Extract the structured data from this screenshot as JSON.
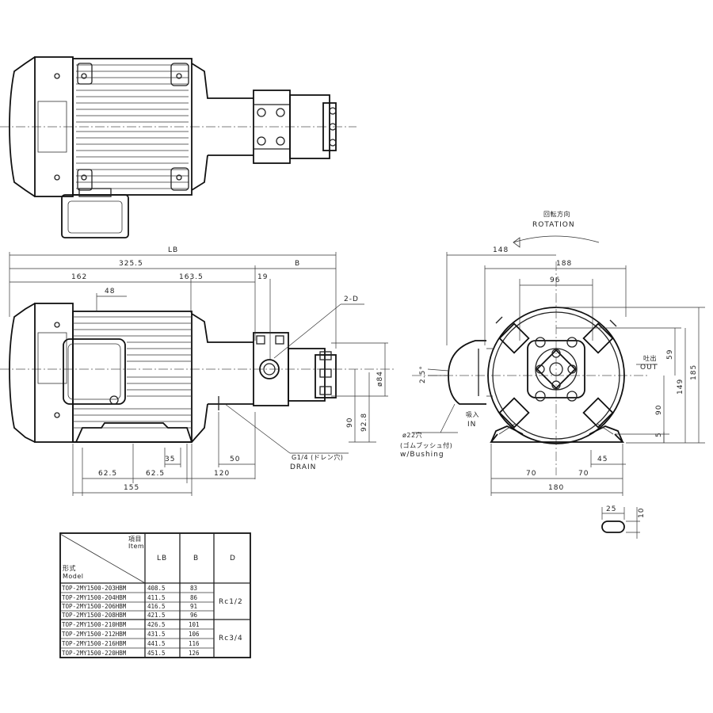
{
  "rotation": {
    "jp": "回転方向",
    "en": "ROTATION"
  },
  "dims": {
    "lb": "LB",
    "d325": "325.5",
    "b": "B",
    "d162": "162",
    "d1635": "163.5",
    "d19": "19",
    "d48": "48",
    "d2d": "2-D",
    "d84": "ø84",
    "d90": "90",
    "d928": "92.8",
    "d35": "35",
    "d50": "50",
    "d625a": "62.5",
    "d625b": "62.5",
    "d120": "120",
    "d155": "155",
    "drain_jp": "G1/4 (ドレン穴)",
    "drain_en": "DRAIN",
    "d148": "148",
    "d188": "188",
    "d96": "96",
    "d59": "59",
    "d149": "149",
    "d185": "185",
    "d90r": "90",
    "d5": "5",
    "d45": "45",
    "d70a": "70",
    "d70b": "70",
    "d180": "180",
    "d25deg": "2.5°",
    "out_jp": "吐出",
    "out_en": "OUT",
    "in_jp": "吸入",
    "in_en": "IN",
    "hole_jp": "ø22穴",
    "bush_jp": "(ゴムブッシュ付)",
    "bush_en": "w/Bushing",
    "slot_w": "25",
    "slot_h": "10"
  },
  "table": {
    "item_jp": "項目",
    "item_en": "Item",
    "model_jp": "形式",
    "model_en": "Model",
    "col_lb": "LB",
    "col_b": "B",
    "col_d": "D",
    "rows": [
      {
        "model": "TOP-2MY1500-203HBM",
        "lb": "408.5",
        "b": "83"
      },
      {
        "model": "TOP-2MY1500-204HBM",
        "lb": "411.5",
        "b": "86"
      },
      {
        "model": "TOP-2MY1500-206HBM",
        "lb": "416.5",
        "b": "91"
      },
      {
        "model": "TOP-2MY1500-208HBM",
        "lb": "421.5",
        "b": "96"
      },
      {
        "model": "TOP-2MY1500-210HBM",
        "lb": "426.5",
        "b": "101"
      },
      {
        "model": "TOP-2MY1500-212HBM",
        "lb": "431.5",
        "b": "106"
      },
      {
        "model": "TOP-2MY1500-216HBM",
        "lb": "441.5",
        "b": "116"
      },
      {
        "model": "TOP-2MY1500-220HBM",
        "lb": "451.5",
        "b": "126"
      }
    ],
    "d_group1": "Rc1/2",
    "d_group2": "Rc3/4"
  }
}
